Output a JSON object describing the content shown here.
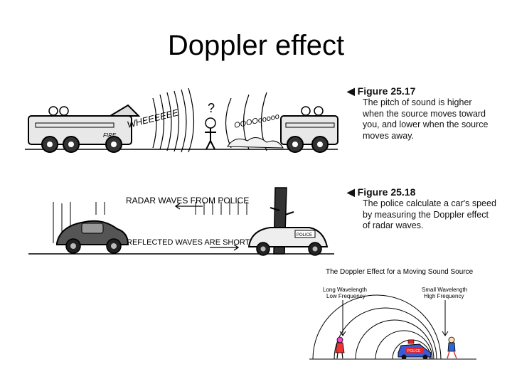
{
  "slide": {
    "title": "Doppler effect"
  },
  "figure1": {
    "number": "Figure 25.17",
    "caption_lines": [
      "The pitch of sound is higher",
      "when the source moves toward",
      "you, and lower when the source",
      "moves away."
    ],
    "sound_high": "WHEEEEEE",
    "sound_low": "OOOOooooo",
    "question": "?",
    "truck_label": "FIRE"
  },
  "figure2": {
    "number": "Figure 25.18",
    "caption_lines": [
      "The police calculate a car's speed",
      "by measuring the Doppler effect",
      "of radar waves."
    ],
    "label_top": "RADAR WAVES  FROM POLICE",
    "label_bottom": "REFLECTED WAVES ARE SHORTER",
    "car_label": "POLICE"
  },
  "figure3": {
    "title": "The Doppler Effect for a Moving Sound Source",
    "left_label_1": "Long Wavelength",
    "left_label_2": "Low Frequency",
    "right_label_1": "Small Wavelength",
    "right_label_2": "High Frequency",
    "car_label": "POLICE"
  }
}
